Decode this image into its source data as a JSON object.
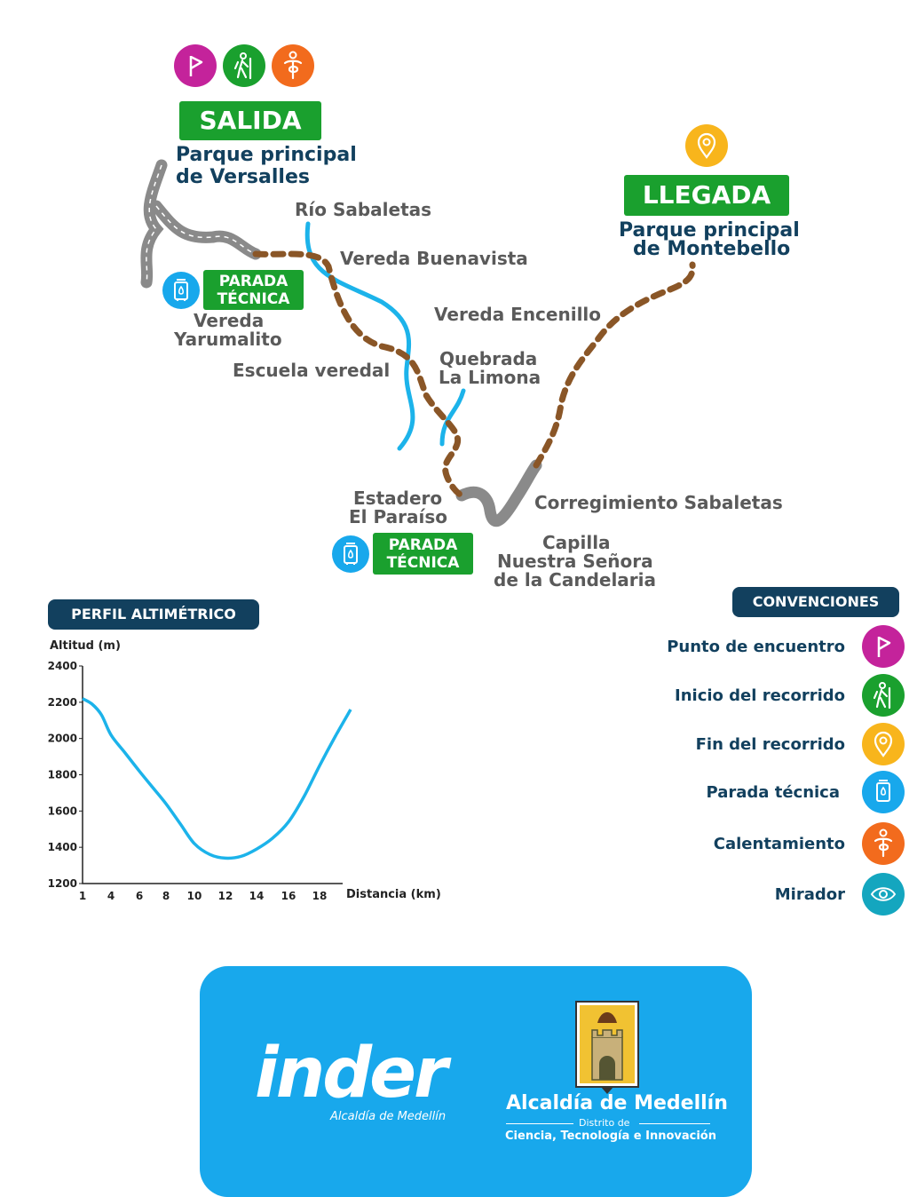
{
  "colors": {
    "magenta": "#c4239b",
    "green": "#1aa02e",
    "orange": "#f26b1d",
    "yellow": "#f8b51c",
    "blue": "#18a8ec",
    "teal": "#14a6bf",
    "navy": "#12405e",
    "brown": "#8a5627",
    "river": "#1cb3ea",
    "gray": "#8a8a8a"
  },
  "map": {
    "start_badge": "SALIDA",
    "start_place_line1": "Parque principal",
    "start_place_line2": "de Versalles",
    "end_badge": "LLEGADA",
    "end_place_line1": "Parque principal",
    "end_place_line2": "de Montebello",
    "stop_line1": "PARADA",
    "stop_line2": "TÉCNICA",
    "places": {
      "rio": "Río Sabaletas",
      "buenavista": "Vereda Buenavista",
      "yarumalito_1": "Vereda",
      "yarumalito_2": "Yarumalito",
      "encenillo": "Vereda Encenillo",
      "escuela": "Escuela veredal",
      "limona_1": "Quebrada",
      "limona_2": "La Limona",
      "estadero_1": "Estadero",
      "estadero_2": "El Paraíso",
      "corregimiento": "Corregimiento Sabaletas",
      "capilla_1": "Capilla",
      "capilla_2": "Nuestra Señora",
      "capilla_3": "de la Candelaria"
    },
    "icons": [
      "flag-icon",
      "hiker-icon",
      "warmup-icon",
      "location-pin-icon",
      "water-bottle-icon",
      "eye-icon"
    ]
  },
  "profile": {
    "title": "PERFIL ALTIMÉTRICO"
  },
  "chart_data": {
    "type": "line",
    "title": "PERFIL ALTIMÉTRICO",
    "xlabel": "Distancia (km)",
    "ylabel": "Altitud (m)",
    "xticks": [
      1,
      4,
      6,
      8,
      10,
      12,
      14,
      16,
      18
    ],
    "yticks": [
      1200,
      1400,
      1600,
      1800,
      2000,
      2200,
      2400
    ],
    "ylim": [
      1200,
      2400
    ],
    "x": [
      1,
      2,
      3,
      4,
      5,
      6,
      7,
      8,
      9,
      10,
      11,
      12,
      13,
      14,
      15,
      16,
      17,
      18,
      19,
      20
    ],
    "y": [
      2220,
      2190,
      2130,
      2020,
      1920,
      1820,
      1730,
      1640,
      1530,
      1420,
      1360,
      1340,
      1350,
      1390,
      1450,
      1540,
      1680,
      1850,
      2010,
      2160
    ]
  },
  "legend": {
    "title": "CONVENCIONES",
    "items": [
      {
        "label": "Punto de encuentro",
        "icon": "flag-icon",
        "color": "#c4239b"
      },
      {
        "label": "Inicio del recorrido",
        "icon": "hiker-icon",
        "color": "#1aa02e"
      },
      {
        "label": "Fin del recorrido",
        "icon": "location-pin-icon",
        "color": "#f8b51c"
      },
      {
        "label": "Parada técnica",
        "icon": "water-bottle-icon",
        "color": "#18a8ec"
      },
      {
        "label": "Calentamiento",
        "icon": "warmup-icon",
        "color": "#f26b1d"
      },
      {
        "label": "Mirador",
        "icon": "eye-icon",
        "color": "#14a6bf"
      }
    ]
  },
  "footer": {
    "inder": "inder",
    "inder_sub": "Alcaldía de Medellín",
    "alcaldia": "Alcaldía de Medellín",
    "distrito": "Distrito de",
    "distrito_sub": "Ciencia, Tecnología e Innovación"
  }
}
